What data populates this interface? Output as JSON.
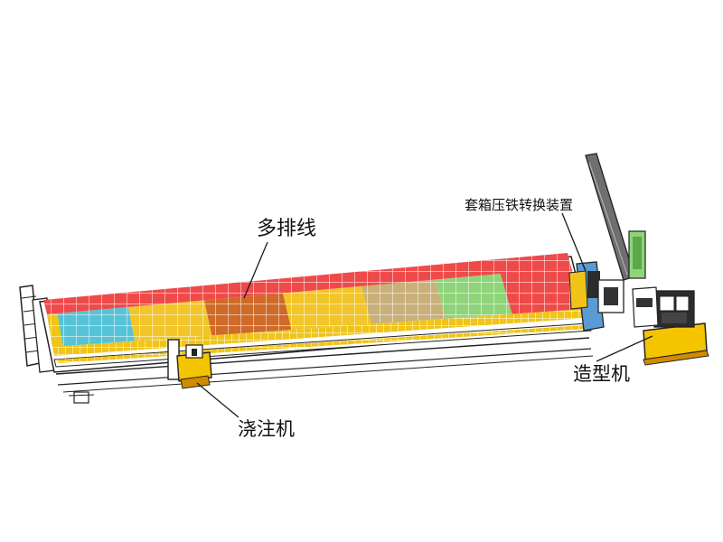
{
  "labels": {
    "multi_line": "多排线",
    "flask_transfer": "套箱压铁转换装置",
    "molding_machine": "造型机",
    "pouring_machine": "浇注机"
  },
  "zones": [
    {
      "name": "",
      "color": "#56c3d6"
    },
    {
      "name": "",
      "color": "#f2c52a"
    },
    {
      "name": "",
      "color": "#cf6a28"
    },
    {
      "name": "",
      "color": "#f2c52a"
    },
    {
      "name": "",
      "color": "#c9b07a"
    },
    {
      "name": "",
      "color": "#8fd47a"
    },
    {
      "name": "",
      "color": "#ef4a4a"
    }
  ],
  "colors": {
    "top_row": "#ef4a4a",
    "rail_yellow": "#f0c419",
    "machine_yellow": "#f5c400",
    "outline": "#222222",
    "leader": "#1a1a1a"
  }
}
